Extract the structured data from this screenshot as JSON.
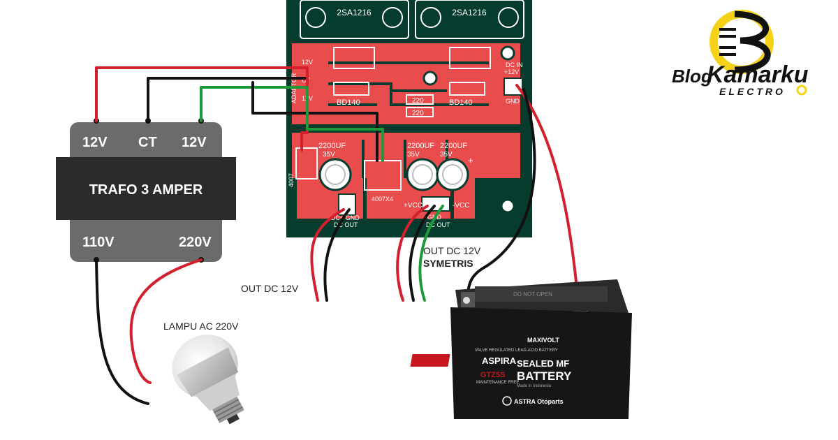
{
  "transformer": {
    "pin_12v_left": "12V",
    "pin_ct": "CT",
    "pin_12v_right": "12V",
    "title": "TRAFO 3 AMPER",
    "pin_110v": "110V",
    "pin_220v": "220V"
  },
  "pcb": {
    "transistor_left": "2SA1216",
    "transistor_right": "2SA1216",
    "driver_left": "BD140",
    "driver_right": "BD140",
    "res_top": "220",
    "res_bottom": "220",
    "cap_left_value": "2200UF",
    "cap_left_voltage": "35V",
    "cap_mid_value": "2200UF",
    "cap_mid_voltage": "35V",
    "cap_right_value": "2200UF",
    "cap_right_voltage": "35V",
    "diode_left": "4007",
    "diode_mid": "4007X4",
    "adaptor_side": "ADAPTOR",
    "pin_12v_a": "12V",
    "pin_ct": "CT",
    "pin_12v_b": "12V",
    "dc_in": "DC IN",
    "dc_in_plus": "+12V",
    "dc_in_gnd": "GND",
    "out_left_terms": "DC+ GND",
    "out_left_label": "DC OUT",
    "out_right_plus": "+VCC",
    "out_right_gnd": "GND",
    "out_right_minus": "-VCC",
    "out_right_label": "DC OUT",
    "minus_sign": "-",
    "plus_sign": "+"
  },
  "labels": {
    "out_dc_12v": "OUT DC 12V",
    "out_dc_sym_1": "OUT DC 12V",
    "out_dc_sym_2": "SYMETRIS",
    "lamp": "LAMPU AC 220V"
  },
  "battery": {
    "brand": "ASPIRA",
    "model": "GTZ5S",
    "line1": "SEALED MF",
    "line2": "BATTERY",
    "maxivolt": "MAXIVOLT",
    "valve": "VALVE REGULATED LEAD-ACID BATTERY",
    "maint": "MAINTENANCE FREE",
    "made_in": "Made in Indonesia",
    "distributor": "ASTRA Otoparts",
    "top_warning": "DO NOT OPEN"
  },
  "logo": {
    "script": "Blog",
    "name": "Kamarku",
    "sub": "ELECTRO"
  },
  "colors": {
    "pcb_green": "#063c2e",
    "pcb_copper": "#e84c4c",
    "transformer_body": "#6b6b6b",
    "transformer_core": "#2b2b2b",
    "wire_red": "#d2202f",
    "wire_black": "#111111",
    "wire_green": "#1c9a3a",
    "logo_yellow": "#f5d21a",
    "battery_red": "#c8171e"
  }
}
